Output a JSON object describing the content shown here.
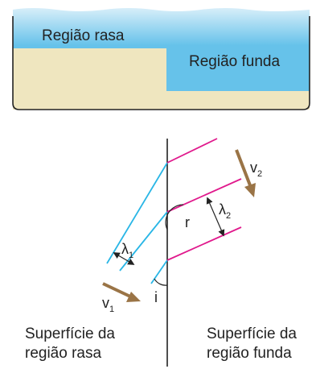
{
  "tank": {
    "shallow_label": "Região rasa",
    "deep_label": "Região funda"
  },
  "diagram": {
    "incident_speed": {
      "symbol": "v",
      "sub": "1"
    },
    "refracted_speed": {
      "symbol": "v",
      "sub": "2"
    },
    "incident_wavelength": {
      "symbol": "λ",
      "sub": "1"
    },
    "refracted_wavelength": {
      "symbol": "λ",
      "sub": "2"
    },
    "incidence_angle": "i",
    "refraction_angle": "r",
    "left_caption": [
      "Superfície da",
      "região rasa"
    ],
    "right_caption": [
      "Superfície da",
      "região funda"
    ]
  },
  "colors": {
    "water": "#66c2ea",
    "water_top": "#d7eef9",
    "sand": "#efe6bf",
    "tank_outline": "#222222",
    "incident_wavefront": "#29b6e6",
    "refracted_wavefront": "#e0198c",
    "velocity_arrow": "#9a7446"
  }
}
